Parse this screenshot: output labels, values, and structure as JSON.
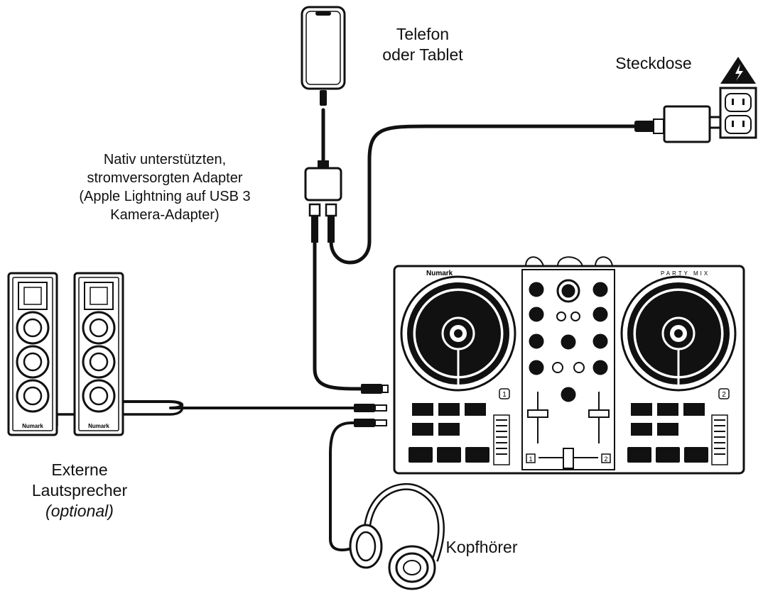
{
  "labels": {
    "phone": {
      "line1": "Telefon",
      "line2": "oder Tablet"
    },
    "outlet": "Steckdose",
    "adapter": {
      "line1": "Nativ unterstützten,",
      "line2": "stromversorgten Adapter",
      "line3": "(Apple Lightning auf USB 3",
      "line4": "Kamera-Adapter)"
    },
    "speakers": {
      "line1": "Externe",
      "line2": "Lautsprecher",
      "line3": "(optional)"
    },
    "headphones": "Kopfhörer"
  },
  "device": {
    "brand": "Numark",
    "model": "PARTY MIX",
    "deck_left": "1",
    "deck_right": "2",
    "crossfader_left": "1",
    "crossfader_right": "2"
  },
  "speaker_brand": "Numark"
}
